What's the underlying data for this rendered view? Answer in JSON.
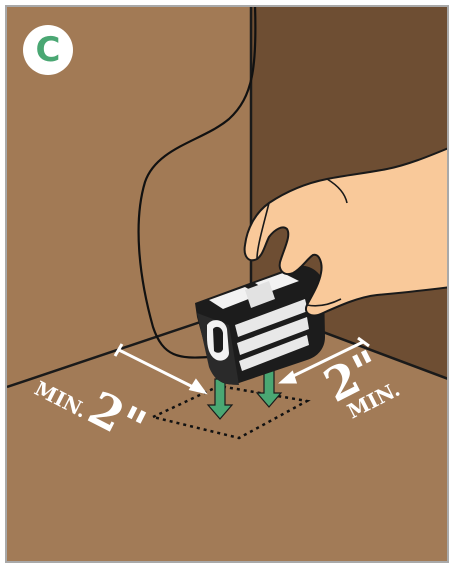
{
  "step": {
    "letter": "C"
  },
  "clearance_left": {
    "value": "2\"",
    "unit": "MIN."
  },
  "clearance_right": {
    "value": "2\"",
    "unit": "MIN."
  },
  "colors": {
    "floor": "#9c7552",
    "left_wall": "#9c7552",
    "right_wall": "#6e4e33",
    "accent": "#4aa773",
    "skin": "#f9c99a",
    "device_dark": "#1c1c1c",
    "device_light": "#e8e8e8"
  },
  "icons": [
    "step-badge",
    "down-arrow-icon",
    "hand",
    "cable",
    "placement-outline",
    "dimension-arrow-icon"
  ]
}
